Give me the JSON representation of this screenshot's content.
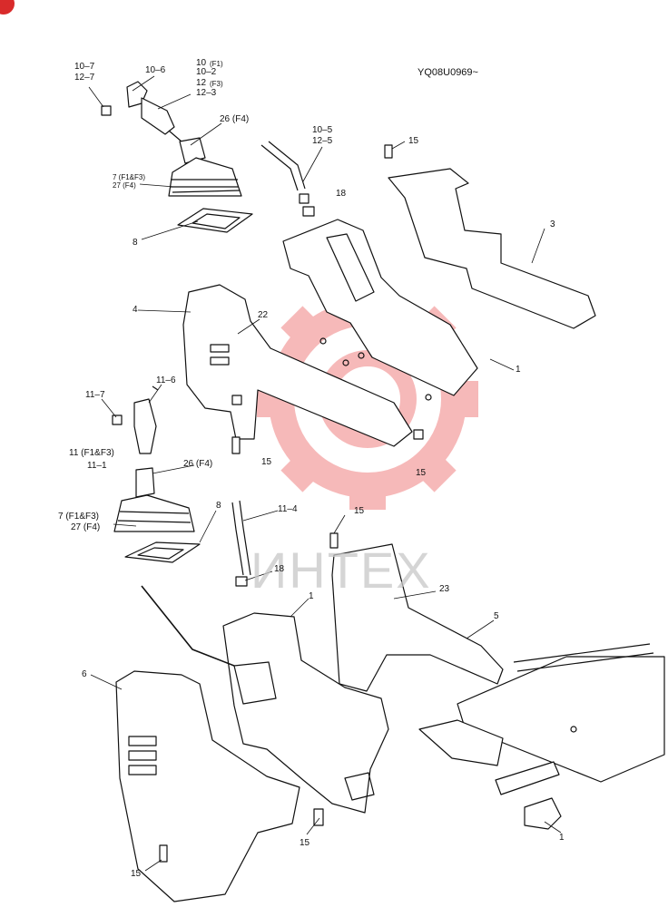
{
  "diagram": {
    "code": "YQ08U0969~",
    "watermark_text": "ИНТЕХ",
    "colors": {
      "line": "#111111",
      "watermark": "#f08080",
      "corner_badge": "#d92b2b"
    },
    "labels": {
      "l_10_7": "10–7",
      "l_12_7": "12–7",
      "l_10_6": "10–6",
      "l_10f1": "10",
      "l_10f1_sub": "(F1)",
      "l_10_2": "10–2",
      "l_12f3": "12",
      "l_12f3_sub": "(F3)",
      "l_12_3": "12–3",
      "l_26a": "26 (F4)",
      "l_7a": "7 (F1&F3)",
      "l_27a": "27 (F4)",
      "l_8a": "8",
      "l_10_5": "10–5",
      "l_12_5": "12–5",
      "l_18a": "18",
      "l_15a": "15",
      "l_3": "3",
      "l_4": "4",
      "l_22": "22",
      "l_1a": "1",
      "l_11_7": "11–7",
      "l_11_6": "11–6",
      "l_11f": "11 (F1&F3)",
      "l_11_1": "11–1",
      "l_26b": "26 (F4)",
      "l_15b": "15",
      "l_15c": "15",
      "l_7b": "7 (F1&F3)",
      "l_27b": "27 (F4)",
      "l_8b": "8",
      "l_11_4": "11–4",
      "l_15d": "15",
      "l_18b": "18",
      "l_1b": "1",
      "l_23": "23",
      "l_5": "5",
      "l_6": "6",
      "l_15e": "15",
      "l_15f": "15",
      "l_1c": "1"
    }
  }
}
